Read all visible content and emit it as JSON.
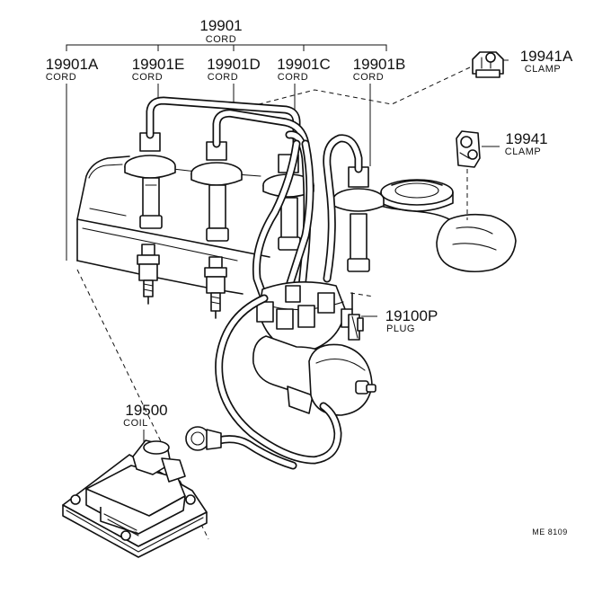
{
  "diagram": {
    "parts": {
      "cord_set": {
        "number": "19901",
        "name": "CORD"
      },
      "cord_a": {
        "number": "19901A",
        "name": "CORD"
      },
      "cord_e": {
        "number": "19901E",
        "name": "CORD"
      },
      "cord_d": {
        "number": "19901D",
        "name": "CORD"
      },
      "cord_c": {
        "number": "19901C",
        "name": "CORD"
      },
      "cord_b": {
        "number": "19901B",
        "name": "CORD"
      },
      "clamp_a": {
        "number": "19941A",
        "name": "CLAMP"
      },
      "clamp": {
        "number": "19941",
        "name": "CLAMP"
      },
      "plug": {
        "number": "19100P",
        "name": "PLUG"
      },
      "coil": {
        "number": "19500",
        "name": "COIL"
      }
    },
    "reference_code": "ME 8109"
  }
}
